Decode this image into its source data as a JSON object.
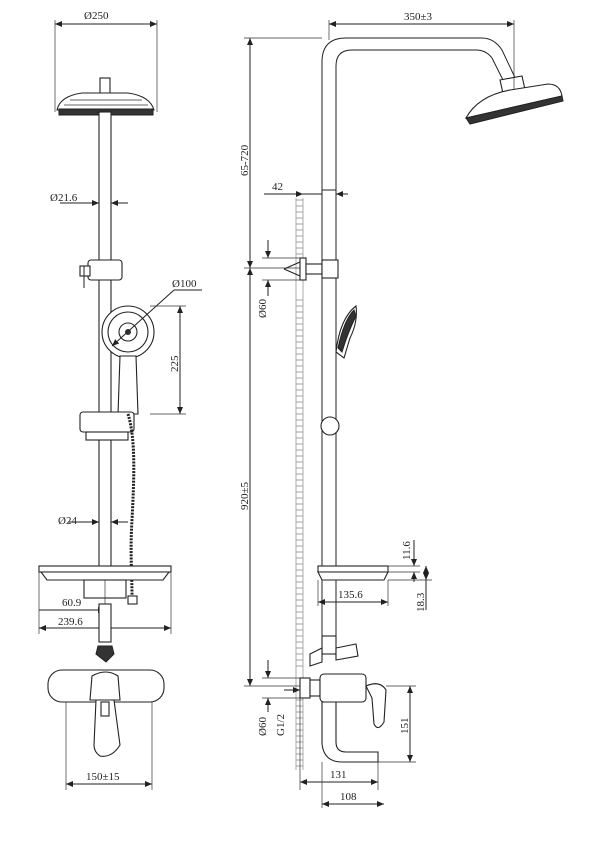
{
  "front_view": {
    "head_diameter": "Ø250",
    "pipe_diameter": "Ø21.6",
    "hand_shower_diameter": "Ø100",
    "hand_shower_length": "225",
    "lower_pipe_diameter": "Ø24",
    "shelf_offset": "60.9",
    "shelf_width": "239.6",
    "inlet_spacing": "150±15"
  },
  "side_view": {
    "arm_reach": "350±3",
    "height_adjust": "65-720",
    "wall_offset": "42",
    "bracket_flange": "Ø60",
    "column_height": "920±5",
    "shelf_thickness": "11.6",
    "shelf_depth": "135.6",
    "shelf_height": "18.3",
    "escutcheon": "Ø60",
    "thread": "G1/2",
    "mixer_height": "151",
    "spout_reach": "131",
    "body_depth": "108"
  }
}
